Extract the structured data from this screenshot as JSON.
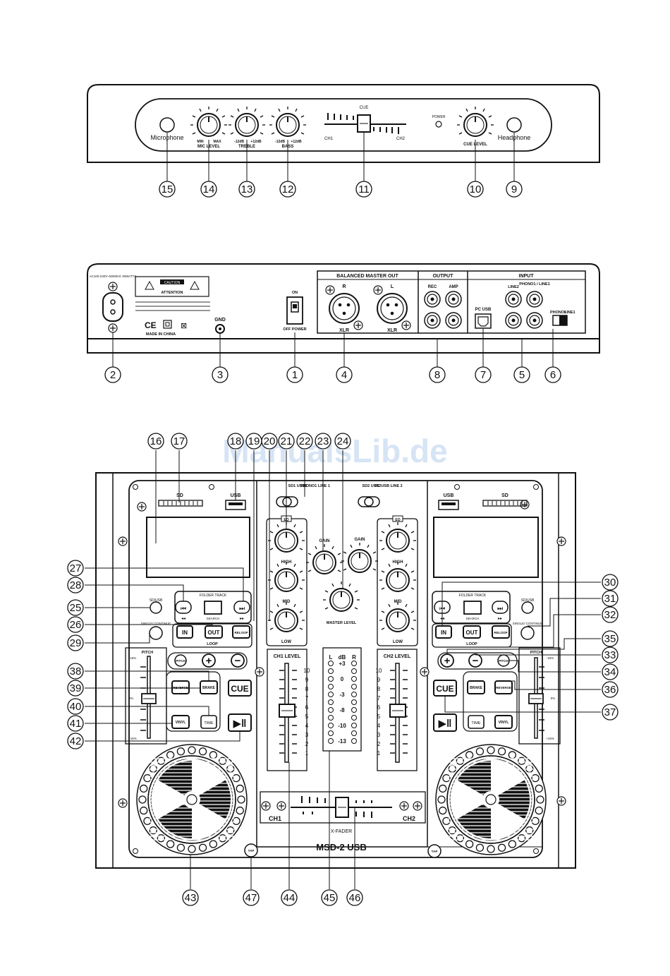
{
  "watermark": "ManualsLib.de",
  "front_panel": {
    "microphone": "Microphone",
    "headphone": "Headphone",
    "mic_level": "MIC LEVEL",
    "treble": "TREBLE",
    "bass": "BASS",
    "cue": "CUE",
    "cue_level": "CUE LEVEL",
    "power": "POWER",
    "ch1": "CH1",
    "ch2": "CH2",
    "min": "MIN",
    "max": "MAX",
    "minus12": "-12dB",
    "plus12": "+12dB"
  },
  "rear_panel": {
    "balanced_master_out": "BALANCED MASTER OUT",
    "output": "OUTPUT",
    "input": "INPUT",
    "rec": "REC",
    "amp": "AMP",
    "line2": "LINE2",
    "phono1_line1": "PHONO1 / LINE1",
    "pc_usb": "PC USB",
    "phono1": "PHONO1",
    "line1": "LINE1",
    "xlr": "XLR",
    "r": "R",
    "l": "L",
    "on": "ON",
    "off_power": "OFF POWER",
    "gnd": "GND",
    "made_in_china": "MADE IN CHINA",
    "caution": "CAUTION",
    "attention": "ATTENTION",
    "ac_rating": "AC100-240V~50/60Hz 30WATTS"
  },
  "top_panel": {
    "sd": "SD",
    "usb": "USB",
    "sd1_usb1": "SD1 USB1",
    "phono1_line1": "PHONO1 LINE 1",
    "sd2_usb2": "SD2 USB2",
    "pcusb_line2": "PC USB LINE 2",
    "eq": "EQ",
    "gain": "GAIN",
    "high": "HIGH",
    "mid": "MID",
    "low": "LOW",
    "master_level": "MASTER LEVEL",
    "folder_track": "FOLDER TRACK",
    "search": "SEARCH",
    "sd_usb": "SD/USB",
    "single_continue": "SINGLE/ CONTINUE",
    "in": "IN",
    "out": "OUT",
    "reloop": "RELOOP",
    "loop": "LOOP",
    "pitch": "PITCH",
    "minus16": "-16%",
    "zero": "0%",
    "plus16": "+16%",
    "reverse": "REVERSE",
    "brake": "BRAKE",
    "cue": "CUE",
    "vinyl": "VINYL",
    "time": "TIME",
    "ch1_level": "CH1 LEVEL",
    "ch2_level": "CH2 LEVEL",
    "db_header": [
      "L",
      "dB",
      "R"
    ],
    "db_values": [
      "+3",
      "0",
      "-3",
      "-8",
      "-10",
      "-13"
    ],
    "level_scale": [
      "10",
      "9",
      "8",
      "7",
      "6",
      "5",
      "4",
      "3",
      "2",
      "1"
    ],
    "ch1": "CH1",
    "ch2": "CH2",
    "x_fader": "X-FADER",
    "model": "MSD-2 USB",
    "tap": "TAP"
  },
  "callouts": {
    "front": [
      "15",
      "14",
      "13",
      "12",
      "11",
      "10",
      "9"
    ],
    "rear": [
      "2",
      "3",
      "1",
      "4",
      "8",
      "7",
      "5",
      "6"
    ],
    "top_row": [
      "16",
      "17",
      "18",
      "19",
      "20",
      "21",
      "22",
      "23",
      "24"
    ],
    "left": [
      "27",
      "28",
      "25",
      "26",
      "29",
      "38",
      "39",
      "40",
      "41",
      "42"
    ],
    "right": [
      "30",
      "31",
      "32",
      "35",
      "33",
      "34",
      "36",
      "37"
    ],
    "bottom": [
      "43",
      "47",
      "44",
      "45",
      "46"
    ]
  }
}
